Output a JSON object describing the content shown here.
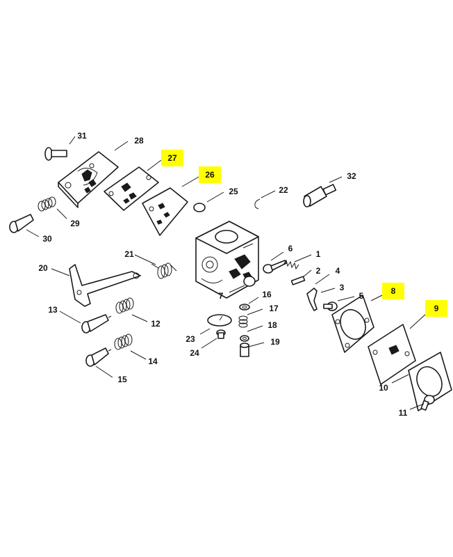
{
  "highlight_color": "#ffff00",
  "callouts": [
    {
      "label": "31",
      "highlighted": false
    },
    {
      "label": "28",
      "highlighted": false
    },
    {
      "label": "27",
      "highlighted": true
    },
    {
      "label": "26",
      "highlighted": true
    },
    {
      "label": "25",
      "highlighted": false
    },
    {
      "label": "22",
      "highlighted": false
    },
    {
      "label": "32",
      "highlighted": false
    },
    {
      "label": "29",
      "highlighted": false
    },
    {
      "label": "30",
      "highlighted": false
    },
    {
      "label": "21",
      "highlighted": false
    },
    {
      "label": "20",
      "highlighted": false
    },
    {
      "label": "6",
      "highlighted": false
    },
    {
      "label": "1",
      "highlighted": false
    },
    {
      "label": "2",
      "highlighted": false
    },
    {
      "label": "4",
      "highlighted": false
    },
    {
      "label": "3",
      "highlighted": false
    },
    {
      "label": "5",
      "highlighted": false
    },
    {
      "label": "8",
      "highlighted": true
    },
    {
      "label": "9",
      "highlighted": true
    },
    {
      "label": "7",
      "highlighted": false
    },
    {
      "label": "16",
      "highlighted": false
    },
    {
      "label": "17",
      "highlighted": false
    },
    {
      "label": "18",
      "highlighted": false
    },
    {
      "label": "19",
      "highlighted": false
    },
    {
      "label": "23",
      "highlighted": false
    },
    {
      "label": "24",
      "highlighted": false
    },
    {
      "label": "13",
      "highlighted": false
    },
    {
      "label": "12",
      "highlighted": false
    },
    {
      "label": "14",
      "highlighted": false
    },
    {
      "label": "15",
      "highlighted": false
    },
    {
      "label": "10",
      "highlighted": false
    },
    {
      "label": "11",
      "highlighted": false
    }
  ]
}
